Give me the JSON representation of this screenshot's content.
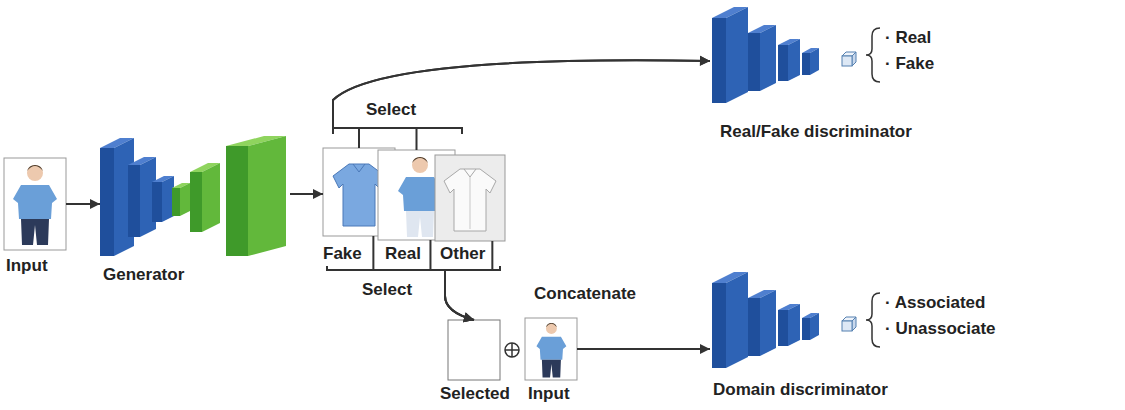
{
  "diagram": {
    "nodes": [
      {
        "text": [
          "Input"
        ]
      },
      {
        "text": [
          "Generator"
        ]
      },
      {
        "text": [
          "Fake"
        ]
      },
      {
        "text": [
          "Real"
        ]
      },
      {
        "text": [
          "Other"
        ]
      },
      {
        "text": [
          "Real/Fake discriminator"
        ]
      },
      {
        "text": [
          "Selected"
        ]
      },
      {
        "text": [
          "Input"
        ]
      },
      {
        "text": [
          "Domain discriminator"
        ]
      }
    ],
    "edges": [
      {
        "from": 0,
        "to": 1,
        "arrow": "to"
      },
      {
        "from": 1,
        "to": 2,
        "arrow": "to"
      },
      {
        "from": 2,
        "to": 5,
        "arrow": "to"
      },
      {
        "from": 3,
        "to": 5,
        "arrow": "to"
      },
      {
        "from": 2,
        "to": 6,
        "arrow": "to"
      },
      {
        "from": 3,
        "to": 6,
        "arrow": "to"
      },
      {
        "from": 4,
        "to": 6,
        "arrow": "to"
      },
      {
        "from": 7,
        "to": 8,
        "arrow": "to"
      }
    ],
    "labels": [
      "Select",
      "Select",
      "Concatenate",
      "· Real",
      "· Fake",
      "· Associated",
      "· Unassociate"
    ]
  }
}
